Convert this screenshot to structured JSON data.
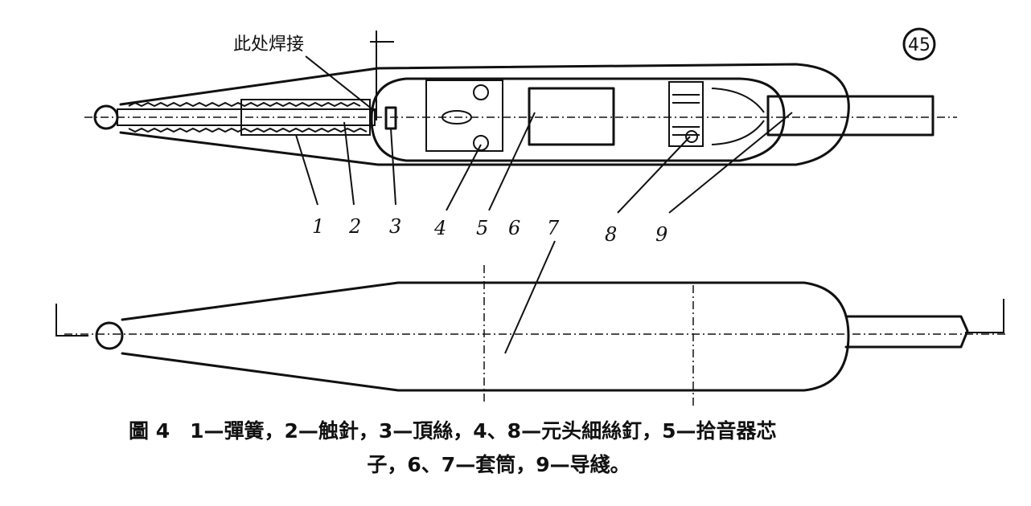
{
  "figure": {
    "corner_mark": "45",
    "annotation": "此处焊接",
    "part_numbers": [
      "1",
      "2",
      "3",
      "4",
      "5",
      "6",
      "7",
      "8",
      "9"
    ],
    "caption_line1": "圖 4　1—彈簧，2—触針，3—頂絲，4、8—元头細絲釘，5—拾音器芯",
    "caption_line2": "子，6、7—套筒，9—导綫。"
  }
}
